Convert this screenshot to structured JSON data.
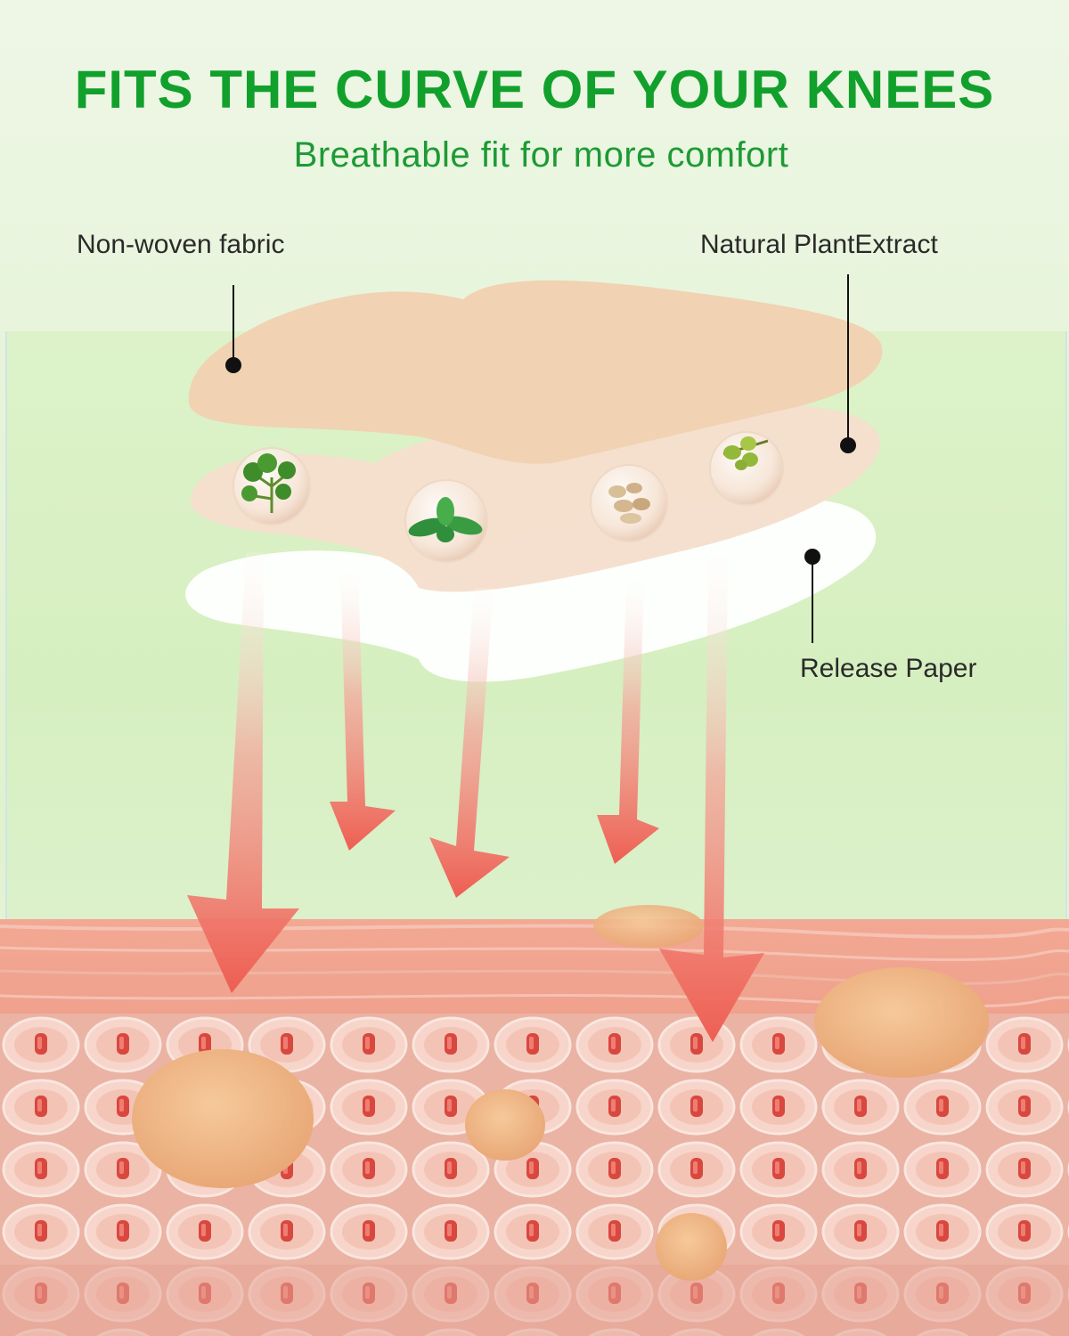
{
  "header": {
    "title": "FITS THE CURVE OF YOUR KNEES",
    "subtitle": "Breathable fit for more comfort"
  },
  "callouts": {
    "fabric": "Non-woven fabric",
    "extract": "Natural PlantExtract",
    "release": "Release Paper"
  },
  "colors": {
    "title_green": "#12a02c",
    "fabric": "#f2d4b5",
    "gel": "#f6e0cf",
    "paper": "#ffffff",
    "arrow": "#ee6458",
    "skin": "#e8907f",
    "cell_core": "#d8483f",
    "fat_globule": "#eeb788"
  },
  "ingredients": [
    "parsley-icon",
    "mint-icon",
    "ginger-icon",
    "olive-icon"
  ]
}
